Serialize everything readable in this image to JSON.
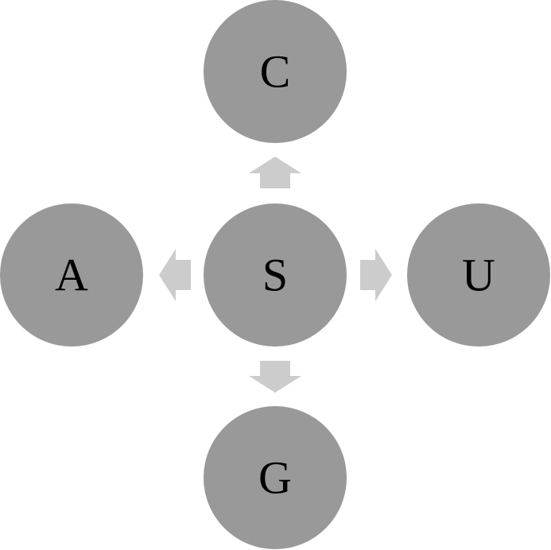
{
  "colors": {
    "node_fill": "#999999",
    "arrow_fill": "#cccccc",
    "label_color": "#000000",
    "background": "#ffffff"
  },
  "nodes": {
    "center": {
      "label": "S"
    },
    "top": {
      "label": "C"
    },
    "left": {
      "label": "A"
    },
    "right": {
      "label": "U"
    },
    "bottom": {
      "label": "G"
    }
  },
  "arrows": [
    {
      "from": "S",
      "to": "C",
      "direction": "up"
    },
    {
      "from": "S",
      "to": "A",
      "direction": "left"
    },
    {
      "from": "S",
      "to": "U",
      "direction": "right"
    },
    {
      "from": "S",
      "to": "G",
      "direction": "down"
    }
  ]
}
